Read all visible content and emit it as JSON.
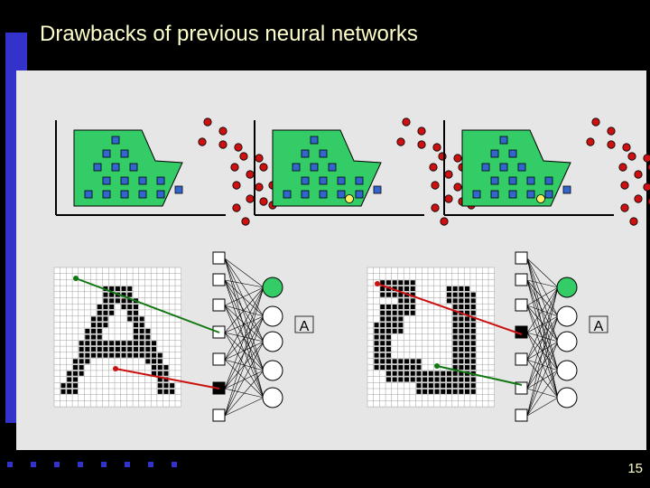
{
  "slide": {
    "title": "Drawbacks of previous neural networks",
    "page_number": "15"
  },
  "networks": {
    "left_output_label": "A",
    "right_output_label": "A"
  },
  "colors": {
    "background": "#000000",
    "panel": "#e6e6e6",
    "accent_bar": "#3333cc",
    "title_text": "#ffffcc",
    "region_fill": "#33cc66",
    "square_fill": "#3366cc",
    "circle_fill": "#cc1111",
    "highlight_point": "#ffee66",
    "red_line": "#cc1111",
    "green_line": "#117711"
  }
}
